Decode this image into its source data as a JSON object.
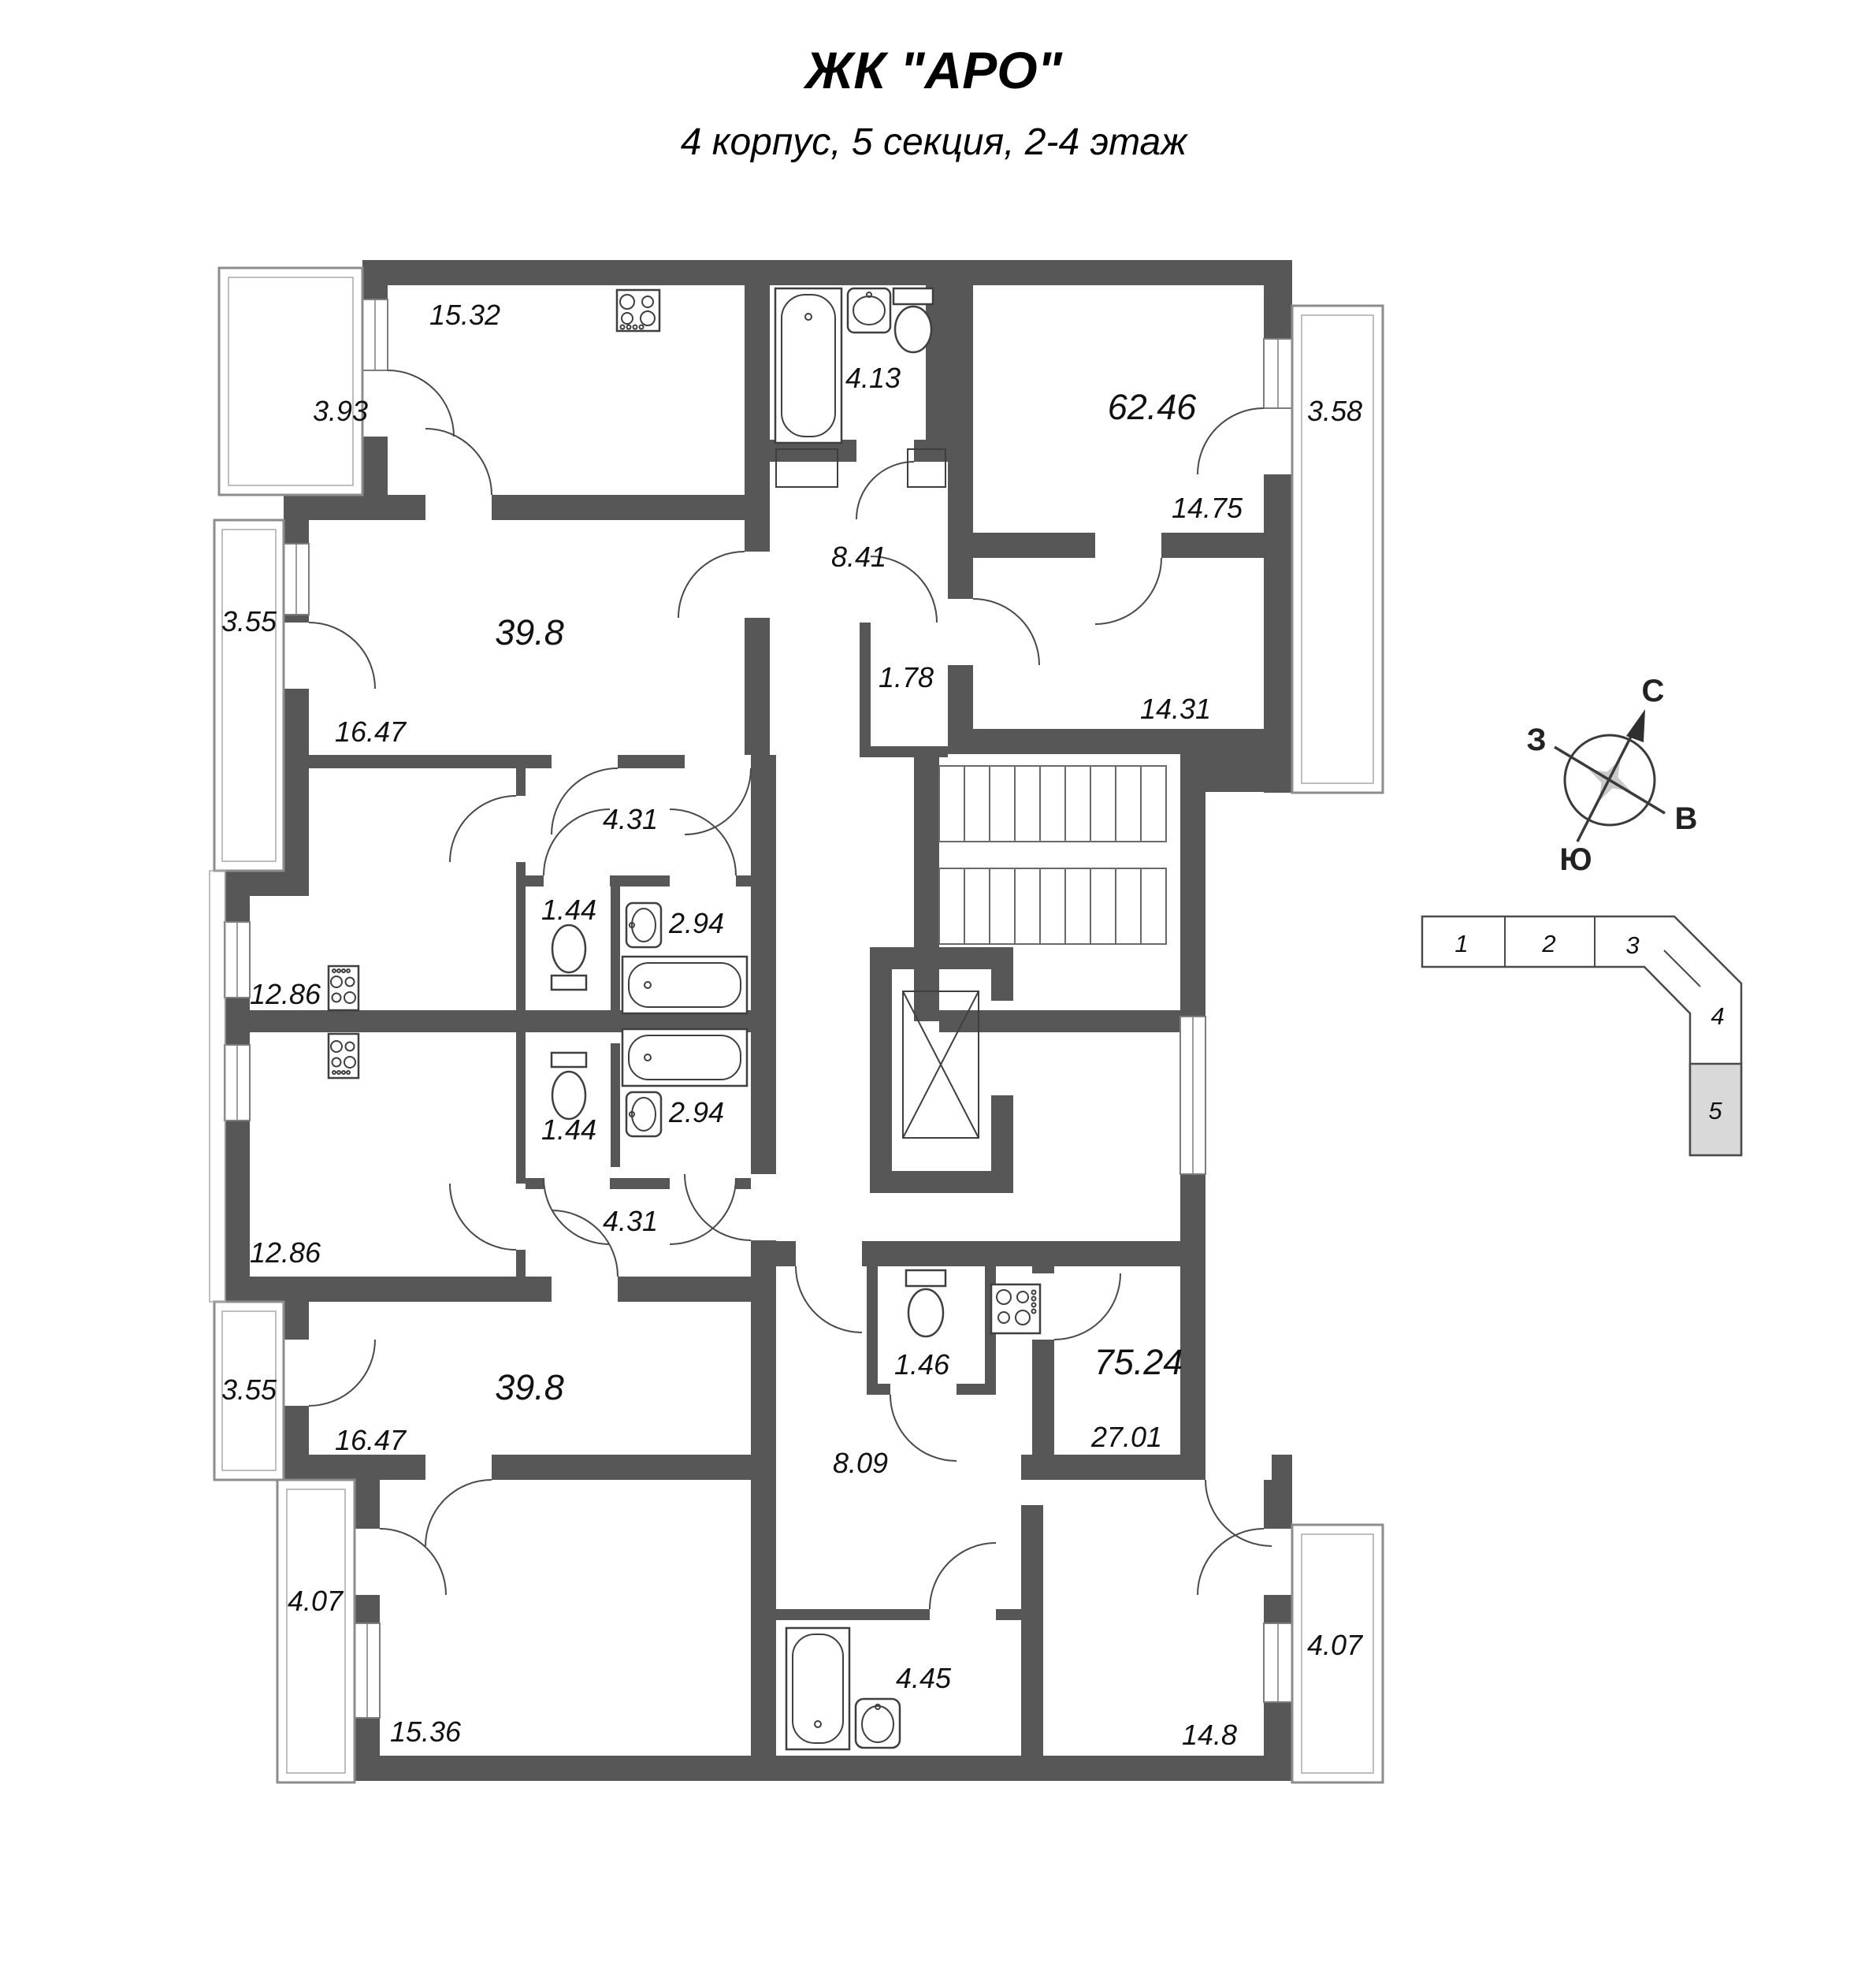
{
  "title": "ЖК \"АРО\"",
  "subtitle": "4 корпус, 5 секция, 2-4 этаж",
  "colors": {
    "wall": "#575757",
    "section_highlight": "#d9d9d9",
    "paper": "#ffffff"
  },
  "rooms": {
    "a1_kitchen_living": "15.32",
    "a1_balcony_top": "3.93",
    "a1_total": "39.8",
    "a1_room": "16.47",
    "a1_balcony_left": "3.55",
    "a1_corridor": "4.31",
    "a1_wc": "1.44",
    "a1_bath": "2.94",
    "a1_kitchen": "12.86",
    "a2_bath": "4.13",
    "a2_total": "62.46",
    "a2_balcony": "3.58",
    "a2_hall": "8.41",
    "a2_room1": "14.75",
    "a2_storage": "1.78",
    "a2_room2": "14.31",
    "a3_kitchen": "12.86",
    "a3_bath": "2.94",
    "a3_wc": "1.44",
    "a3_corridor": "4.31",
    "a3_total": "39.8",
    "a3_balcony_left": "3.55",
    "a3_room": "16.47",
    "a3_room2": "15.36",
    "a3_balcony_bottom": "4.07",
    "a4_wc": "1.46",
    "a4_total": "75.24",
    "a4_room1": "27.01",
    "a4_hall": "8.09",
    "a4_bath": "4.45",
    "a4_room2": "14.8",
    "a4_balcony": "4.07"
  },
  "compass": {
    "north": "С",
    "south": "Ю",
    "west": "З",
    "east": "В"
  },
  "section_key": {
    "s1": "1",
    "s2": "2",
    "s3": "3",
    "s4": "4",
    "s5": "5"
  }
}
